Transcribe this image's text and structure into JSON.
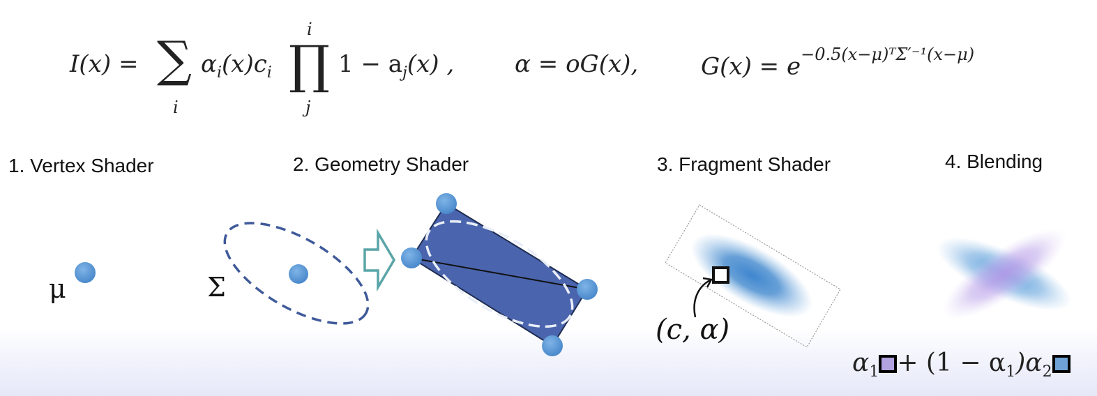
{
  "formulas": {
    "render": {
      "lhs": "I(x) = ",
      "sum_symbol": "∑",
      "sum_index": "i",
      "term": "α",
      "term_sub": "i",
      "term_rest": "(x)c",
      "term_rest_sub": "i",
      "prod_symbol": "∏",
      "prod_upper": "i",
      "prod_lower": "j",
      "tail": "1 − a",
      "tail_sub": "j",
      "tail_rest": "(x) ,"
    },
    "alpha": "α = oG(x),",
    "gaussian": {
      "lhs": "G(x) = e",
      "exponent": "−0.5(x−μ)ᵀΣ′⁻¹(x−μ)"
    }
  },
  "stages": [
    {
      "title": "1. Vertex Shader"
    },
    {
      "title": "2. Geometry Shader"
    },
    {
      "title": "3. Fragment Shader"
    },
    {
      "title": "4. Blending"
    }
  ],
  "symbols": {
    "mu": "μ",
    "sigma": "Σ",
    "fragment_label": "(c, α)"
  },
  "blend": {
    "a1": "α",
    "a1_sub": "1",
    "plus_open": "+ (1 − α",
    "plus_sub": "1",
    "close": ")α",
    "close_sub": "2"
  },
  "colors": {
    "point": "#5b9bd5",
    "box_fill": "#4a65ae",
    "ellipse_stroke": "#3f5a9a",
    "arrow_stroke": "#5aa5a7",
    "gauss_blue": "#4c8fd0",
    "gauss_purple": "#b39ee6",
    "swatch_purple": "#b3a2e0",
    "swatch_blue": "#6fa3d8"
  },
  "icons": {
    "arrow": "hollow-right-arrow-icon",
    "pointer": "curved-arrow-icon"
  }
}
